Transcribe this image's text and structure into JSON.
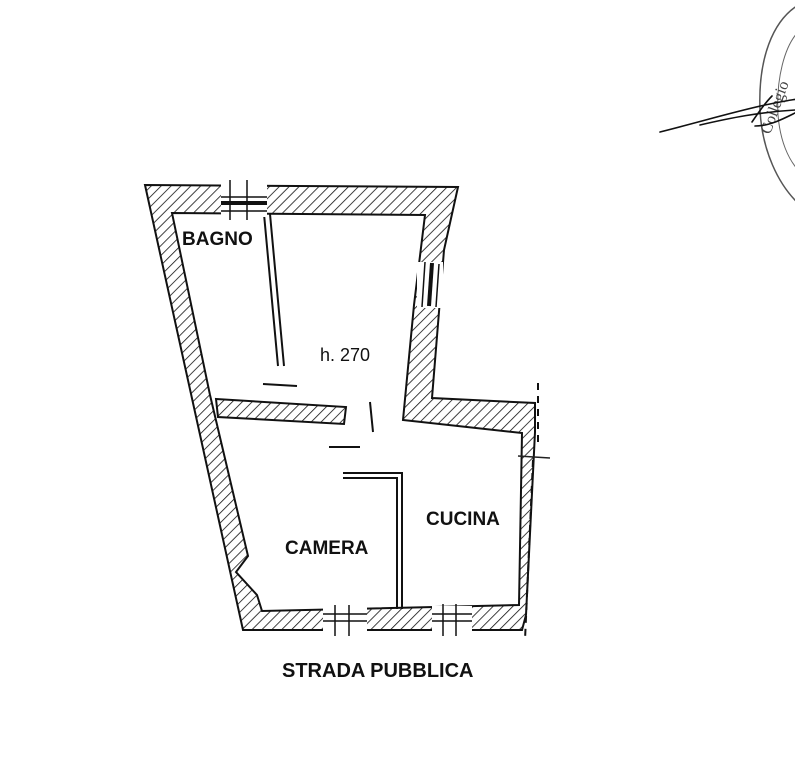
{
  "rooms": {
    "bagno": "BAGNO",
    "camera": "CAMERA",
    "cucina": "CUCINA"
  },
  "ceiling_height": "h. 270",
  "street": "STRADA PUBBLICA",
  "seal": {
    "fragment": "Collegio"
  },
  "colors": {
    "ink": "#111111",
    "background": "#ffffff",
    "seal": "#555555"
  }
}
